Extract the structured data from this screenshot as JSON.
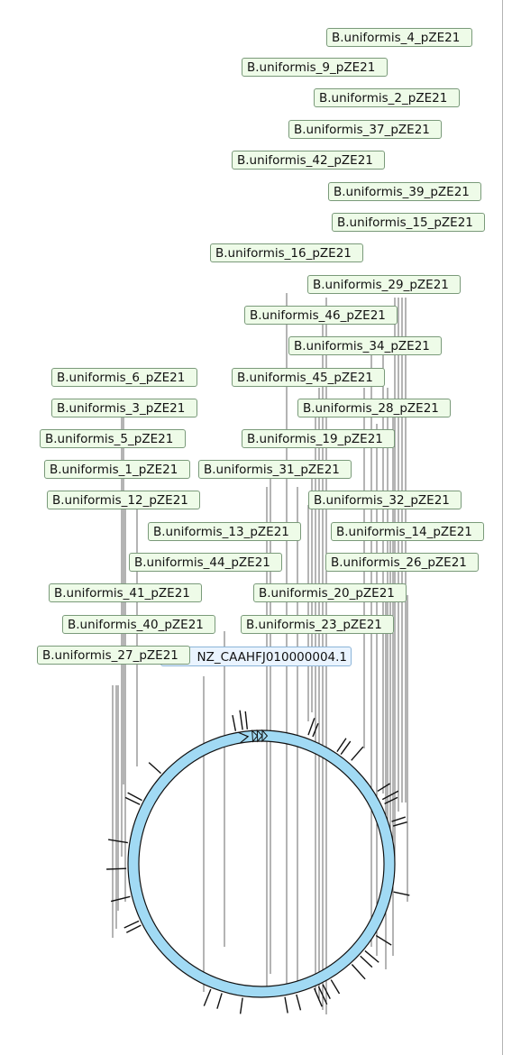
{
  "sequence_label": "NZ_CAAHFJ010000004.1",
  "plasmid_color": "#a1daf4",
  "label_color": "#eefbe8",
  "labels": [
    "B.uniformis_4_pZE21",
    "B.uniformis_9_pZE21",
    "B.uniformis_2_pZE21",
    "B.uniformis_37_pZE21",
    "B.uniformis_42_pZE21",
    "B.uniformis_39_pZE21",
    "B.uniformis_15_pZE21",
    "B.uniformis_16_pZE21",
    "B.uniformis_29_pZE21",
    "B.uniformis_46_pZE21",
    "B.uniformis_34_pZE21",
    "B.uniformis_6_pZE21",
    "B.uniformis_45_pZE21",
    "B.uniformis_3_pZE21",
    "B.uniformis_28_pZE21",
    "B.uniformis_5_pZE21",
    "B.uniformis_19_pZE21",
    "B.uniformis_1_pZE21",
    "B.uniformis_31_pZE21",
    "B.uniformis_12_pZE21",
    "B.uniformis_32_pZE21",
    "B.uniformis_13_pZE21",
    "B.uniformis_14_pZE21",
    "B.uniformis_44_pZE21",
    "B.uniformis_26_pZE21",
    "B.uniformis_41_pZE21",
    "B.uniformis_20_pZE21",
    "B.uniformis_40_pZE21",
    "B.uniformis_23_pZE21",
    "B.uniformis_27_pZE21"
  ]
}
